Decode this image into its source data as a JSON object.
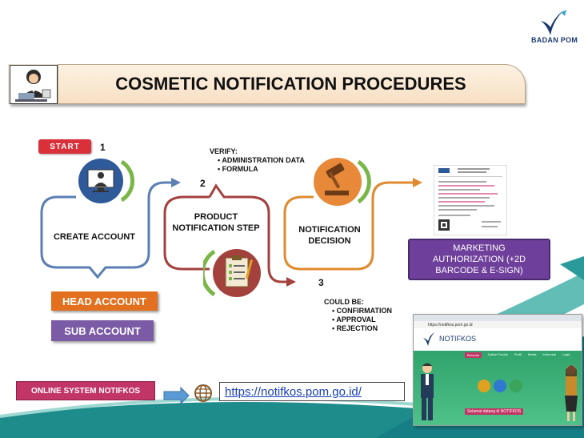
{
  "logo": {
    "text": "BADAN POM"
  },
  "header": {
    "title": "COSMETIC NOTIFICATION PROCEDURES"
  },
  "start_label": "START",
  "steps": [
    {
      "number": "1",
      "label": "CREATE ACCOUNT"
    },
    {
      "number": "2",
      "label_line1": "PRODUCT",
      "label_line2": "NOTIFICATION STEP"
    },
    {
      "number": "3",
      "label_line1": "NOTIFICATION",
      "label_line2": "DECISION"
    }
  ],
  "verify": {
    "heading": "VERIFY:",
    "items": [
      "ADMINISTRATION DATA",
      "FORMULA"
    ]
  },
  "could_be": {
    "heading": "COULD BE:",
    "items": [
      "CONFIRMATION",
      "APPROVAL",
      "REJECTION"
    ]
  },
  "accounts": {
    "head": "HEAD ACCOUNT",
    "sub": "SUB ACCOUNT"
  },
  "marketing": {
    "line1": "MARKETING",
    "line2": "AUTHORIZATION (+2D",
    "line3": "BARCODE  & E-SIGN)"
  },
  "online": {
    "label": "ONLINE SYSTEM NOTIFKOS",
    "url": "https://notifkos.pom.go.id/"
  },
  "screenshot": {
    "address": "https://notifkos.pom.go.id",
    "brand": "NOTIFKOS",
    "nav": [
      "Beranda",
      "Daftar Produk",
      "Profil",
      "Berita",
      "Informasi",
      "Login"
    ],
    "welcome": "Selamat datang di NOTIFKOS"
  },
  "colors": {
    "blue": "#3f6fb5",
    "red": "#a3413d",
    "orange": "#e08a2e",
    "green": "#7ab648",
    "purple": "#6e3f9b",
    "teal": "#1a8f8f"
  }
}
